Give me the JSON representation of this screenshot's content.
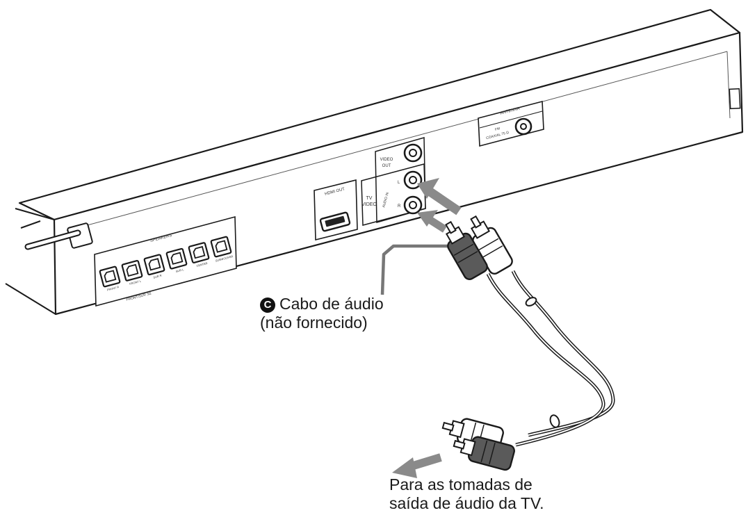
{
  "callouts": {
    "cable": {
      "badge": "C",
      "line1": "Cabo de áudio",
      "line2": "(não fornecido)"
    },
    "tv": {
      "line1": "Para as tomadas de",
      "line2": "saída de áudio da TV."
    }
  },
  "panel": {
    "antenna": {
      "title": "ANTENNA",
      "sub1": "FM",
      "sub2": "COAXIAL 75 Ω"
    },
    "hdmi": {
      "title": "HDMI OUT"
    },
    "tv_section": {
      "label1": "TV",
      "label2": "VIDEO"
    },
    "video_out": {
      "line1": "VIDEO",
      "line2": "OUT"
    },
    "audio_in": {
      "label": "AUDIO IN",
      "left": "L",
      "right": "R"
    },
    "speakers": {
      "title": "SPEAKERS",
      "jacks": [
        "FRONT R",
        "FRONT L",
        "SUR R",
        "SUR L",
        "CENTER",
        "SUBWOOFER"
      ],
      "group_label": "FRONT/SUR 3Ω"
    }
  }
}
